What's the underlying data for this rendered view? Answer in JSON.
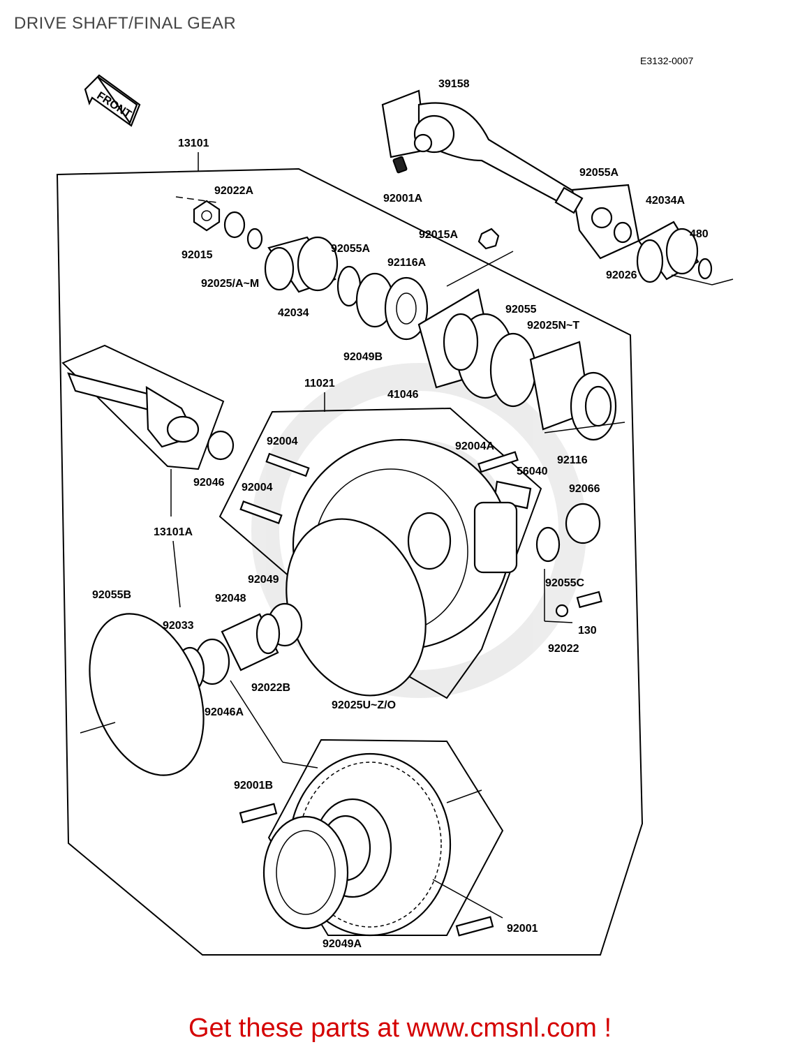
{
  "page": {
    "title": "DRIVE SHAFT/FINAL GEAR",
    "diagram_code": "E3132-0007",
    "front_label": "FRONT",
    "footer_promo": "Get these parts at www.cmsnl.com !"
  },
  "colors": {
    "promo": "#d40000",
    "line": "#000000",
    "title": "#444444"
  },
  "part_labels": [
    "39158",
    "13101",
    "92055A",
    "42034A",
    "480",
    "92001A",
    "92022A",
    "92015A",
    "92015",
    "92055A",
    "92116A",
    "92025/A~M",
    "42034",
    "92055",
    "92025N~T",
    "92049B",
    "92026",
    "11021",
    "41046",
    "92116",
    "92004",
    "92004A",
    "56040",
    "92046",
    "92004",
    "92066",
    "13101A",
    "92049",
    "92055C",
    "92048",
    "92055B",
    "92033",
    "130",
    "92022",
    "92022B",
    "92025U~Z/O",
    "92046A",
    "92001B",
    "92001",
    "92049A"
  ]
}
